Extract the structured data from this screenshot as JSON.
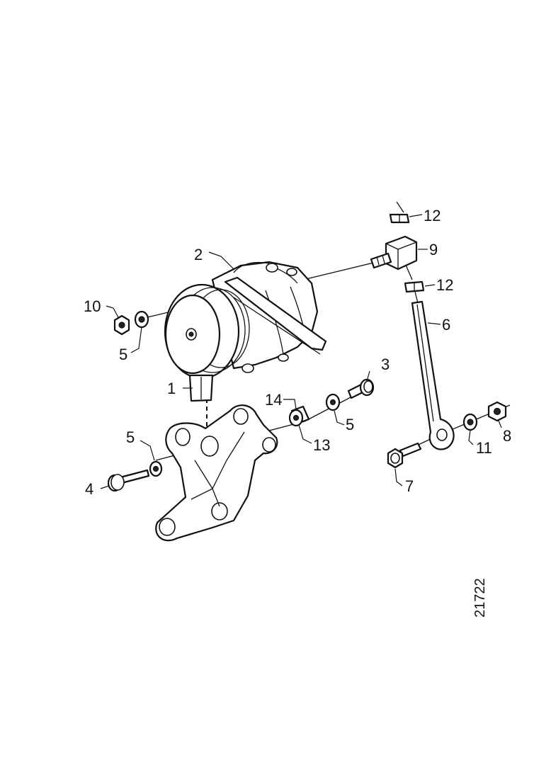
{
  "drawing_number": "21722",
  "callouts": {
    "c1": "1",
    "c2": "2",
    "c3": "3",
    "c4": "4",
    "c5a": "5",
    "c5b": "5",
    "c5c": "5",
    "c6": "6",
    "c7": "7",
    "c8": "8",
    "c9": "9",
    "c10": "10",
    "c11": "11",
    "c12a": "12",
    "c12b": "12",
    "c13": "13",
    "c14": "14"
  }
}
